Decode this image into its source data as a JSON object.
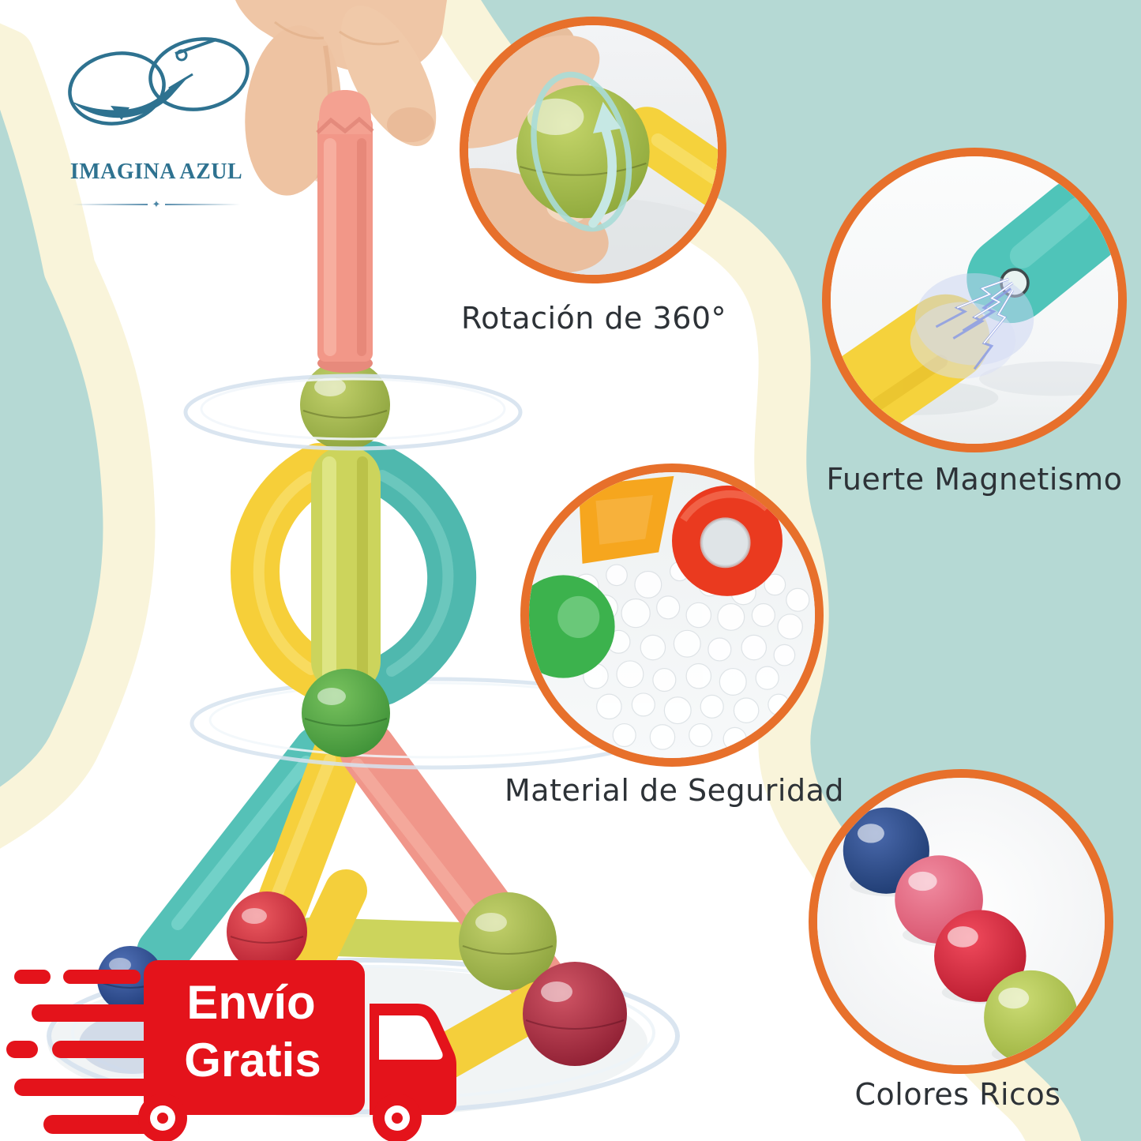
{
  "brand": {
    "name": "IMAGINA AZUL"
  },
  "features": [
    {
      "id": "rotation-360",
      "label": "Rotación de 360°"
    },
    {
      "id": "strong-magnetism",
      "label": "Fuerte Magnetismo"
    },
    {
      "id": "safety-material",
      "label": "Material de Seguridad"
    },
    {
      "id": "rich-colors",
      "label": "Colores Ricos"
    }
  ],
  "shipping": {
    "line1": "Envío",
    "line2": "Gratis"
  },
  "colors": {
    "background_teal": "#b5d9d4",
    "wave_cream": "#f9f4da",
    "photo_white": "#ffffff",
    "callout_ring_orange": "#e7702b",
    "badge_red": "#e4131b",
    "brand_teal": "#2e7290",
    "caption_text": "#2d3237"
  }
}
